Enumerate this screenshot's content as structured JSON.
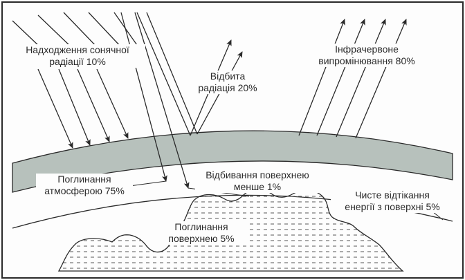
{
  "labels": {
    "incoming": [
      "Надходження сонячної",
      "радіації 10%"
    ],
    "reflected": [
      "Відбита",
      "радіація 20%"
    ],
    "infrared": [
      "Інфрачервоне",
      "випромінювання 80%"
    ],
    "atmosphere_absorption": [
      "Поглинання",
      "атмосферою 75%"
    ],
    "surface_reflection": [
      "Відбивання поверхнею",
      "менше 1%"
    ],
    "net_outflow": [
      "Чисте відтікання",
      "енергії з поверхні 5%"
    ],
    "surface_absorption": [
      "Поглинання",
      "поверхнею 5%"
    ]
  },
  "colors": {
    "atmosphere": "#b7c1bc",
    "lines": "#2a2a2a",
    "background": "#fdfdfd"
  }
}
